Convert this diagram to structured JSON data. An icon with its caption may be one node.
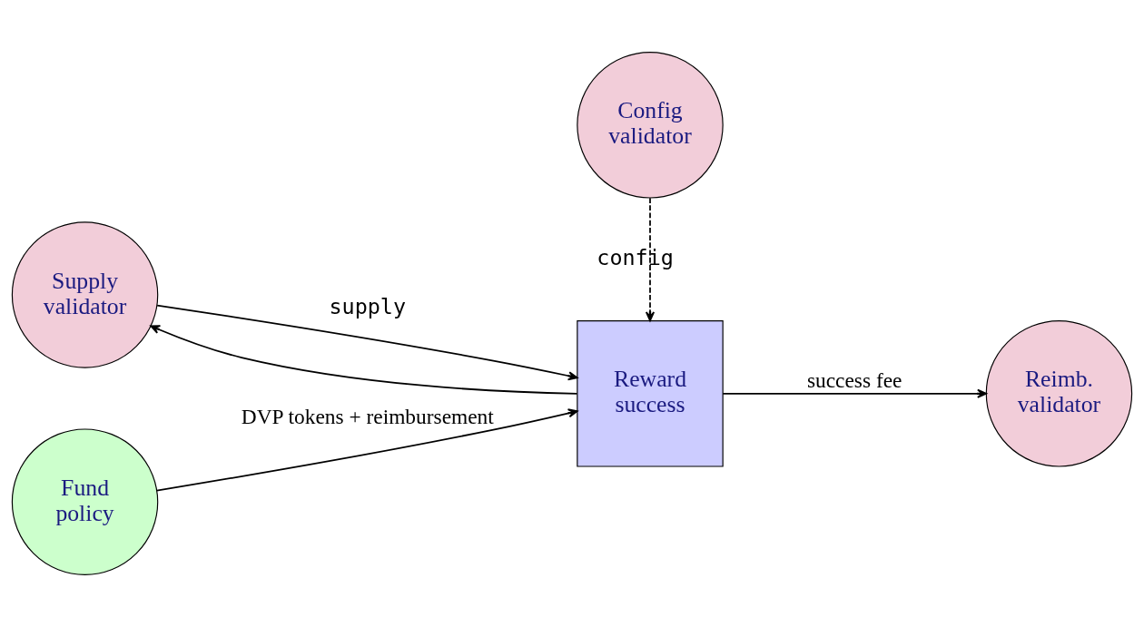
{
  "diagram": {
    "nodes": [
      {
        "text": [
          "Supply validator"
        ]
      },
      {
        "text": [
          "Reward success"
        ]
      },
      {
        "text": [
          "Reimb. validator"
        ]
      },
      {
        "text": [
          "Fund policy"
        ]
      },
      {
        "text": [
          "Config validator"
        ]
      }
    ],
    "edges": [
      {
        "from": 0,
        "to": 1,
        "arrow": "to",
        "label": "supply"
      },
      {
        "from": 1,
        "to": 0,
        "arrow": "to"
      },
      {
        "from": 1,
        "to": 2,
        "arrow": "to",
        "label": "success fee"
      },
      {
        "from": 3,
        "to": 1,
        "arrow": "to",
        "label": "DVP tokens + reimbursement"
      },
      {
        "from": 4,
        "to": 1,
        "arrow": "to",
        "label": "config",
        "style": "dashed"
      }
    ]
  }
}
